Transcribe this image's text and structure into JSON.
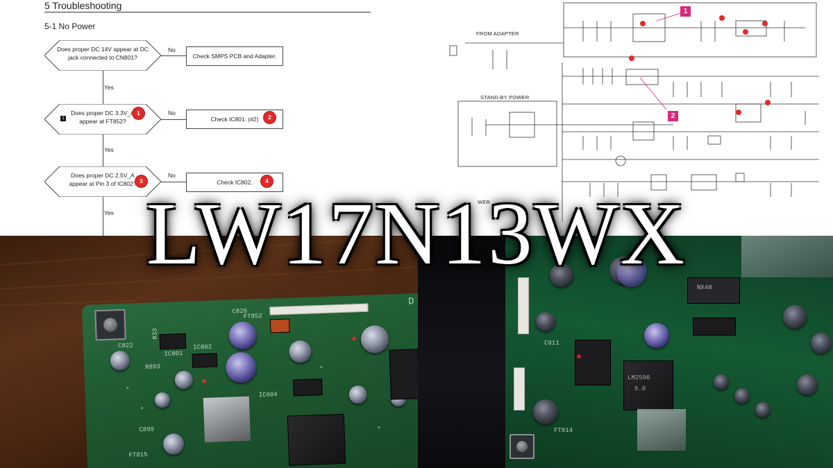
{
  "overlay": {
    "title": "LW17N13WX"
  },
  "manual": {
    "section_title": "5 Troubleshooting",
    "subsection_title": "5-1 No Power",
    "flowchart": {
      "decisions": [
        {
          "line1": "Does proper DC 14V appear at DC",
          "line2": "jack connected to CN801?",
          "no_action": "Check SMPS PCB and Adapter."
        },
        {
          "line1": "Does proper DC 3.3V_A",
          "line2": "appear at FT852?",
          "no_action": "Check IC801. (#2)"
        },
        {
          "line1": "Does proper DC 2.5V_A",
          "line2": "appear at Pin 3 of IC802?",
          "no_action": "Check IC802."
        }
      ],
      "yes_label": "Yes",
      "no_label": "No",
      "step_marker": "1",
      "markers": [
        "1",
        "2",
        "3",
        "4"
      ]
    },
    "schematic": {
      "labels": {
        "from_adapter": "FROM ADAPTER",
        "standby_power": "STAND-BY POWER",
        "power_partial": "WER"
      },
      "tags": [
        "1",
        "2"
      ]
    }
  },
  "photo": {
    "left_silkscreen": [
      "R33",
      "IC801",
      "IC802",
      "C822",
      "R893",
      "FT852",
      "C826",
      "D",
      "FT815",
      "C899",
      "IC604"
    ],
    "right_silkscreen": [
      "NX48",
      "C911",
      "FT814",
      "LM2596",
      "5.0"
    ]
  },
  "colors": {
    "marker_red": "#e02b2b",
    "tag_pink": "#d62a7a",
    "pcb_green": "#1f5a31",
    "wood": "#4a2612"
  }
}
